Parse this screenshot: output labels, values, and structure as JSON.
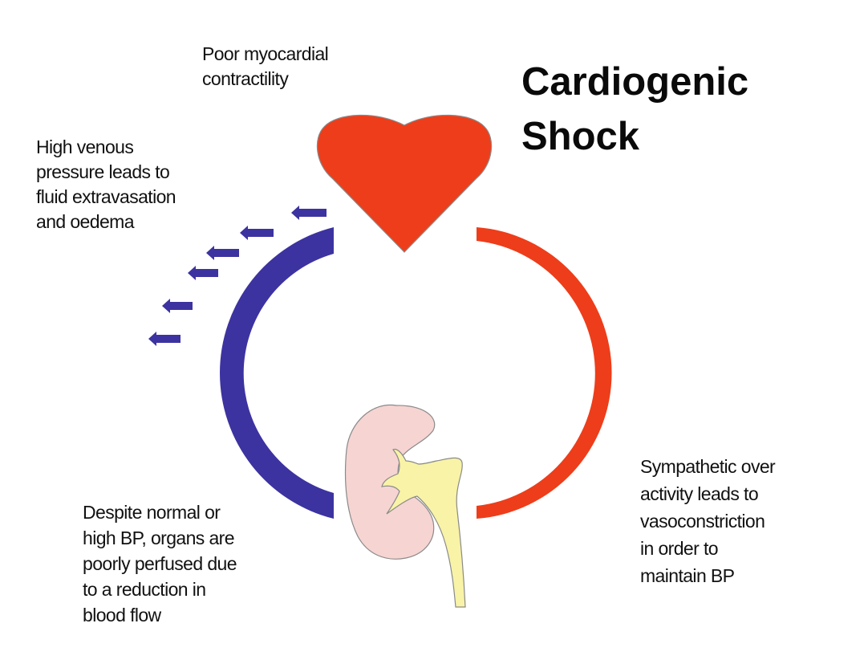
{
  "title": {
    "line1": "Cardiogenic",
    "line2": "Shock"
  },
  "labels": {
    "myocardial": [
      "Poor myocardial",
      "contractility"
    ],
    "venous": [
      "High venous",
      "pressure leads to",
      "fluid extravasation",
      "and oedema"
    ],
    "perfusion": [
      "Despite normal or",
      "high BP, organs are",
      "poorly perfused due",
      "to a reduction in",
      "blood flow"
    ],
    "sympathetic": [
      "Sympathetic over",
      "activity leads to",
      "vasoconstriction",
      "in order to",
      "maintain BP"
    ]
  },
  "icons": {
    "heart": "heart-icon",
    "kidney": "kidney-icon",
    "venous_arc": "venous-return-arc",
    "arterial_arc": "arterial-outflow-arc",
    "leak_arrows": "fluid-leak-arrow"
  },
  "colors": {
    "heart": "#ee3d1a",
    "arterial": "#ee3d1a",
    "venous": "#3c33a0",
    "kidney": "#f6d4d2",
    "ureter": "#f8f3a6",
    "outline": "#8a8a8a"
  }
}
